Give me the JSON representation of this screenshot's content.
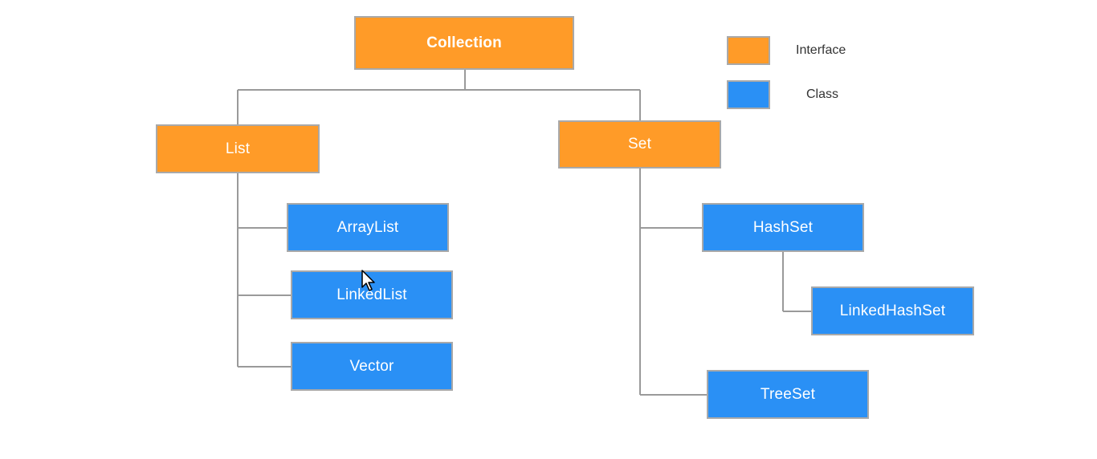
{
  "diagram": {
    "nodes": {
      "collection": {
        "label": "Collection",
        "kind": "interface"
      },
      "list": {
        "label": "List",
        "kind": "interface"
      },
      "set": {
        "label": "Set",
        "kind": "interface"
      },
      "arraylist": {
        "label": "ArrayList",
        "kind": "class"
      },
      "linkedlist": {
        "label": "LinkedList",
        "kind": "class"
      },
      "vector": {
        "label": "Vector",
        "kind": "class"
      },
      "hashset": {
        "label": "HashSet",
        "kind": "class"
      },
      "linkedhashset": {
        "label": "LinkedHashSet",
        "kind": "class"
      },
      "treeset": {
        "label": "TreeSet",
        "kind": "class"
      }
    },
    "edges": [
      {
        "from": "collection",
        "to": "list"
      },
      {
        "from": "collection",
        "to": "set"
      },
      {
        "from": "list",
        "to": "arraylist"
      },
      {
        "from": "list",
        "to": "linkedlist"
      },
      {
        "from": "list",
        "to": "vector"
      },
      {
        "from": "set",
        "to": "hashset"
      },
      {
        "from": "set",
        "to": "treeset"
      },
      {
        "from": "hashset",
        "to": "linkedhashset"
      }
    ]
  },
  "legend": {
    "interface": {
      "label": "Interface",
      "color": "#ff9b28"
    },
    "class": {
      "label": "Class",
      "color": "#2a90f5"
    }
  },
  "colors": {
    "interface": "#ff9b28",
    "class": "#2a90f5",
    "connector": "#9a9a9a",
    "border": "#a9a9a9"
  }
}
